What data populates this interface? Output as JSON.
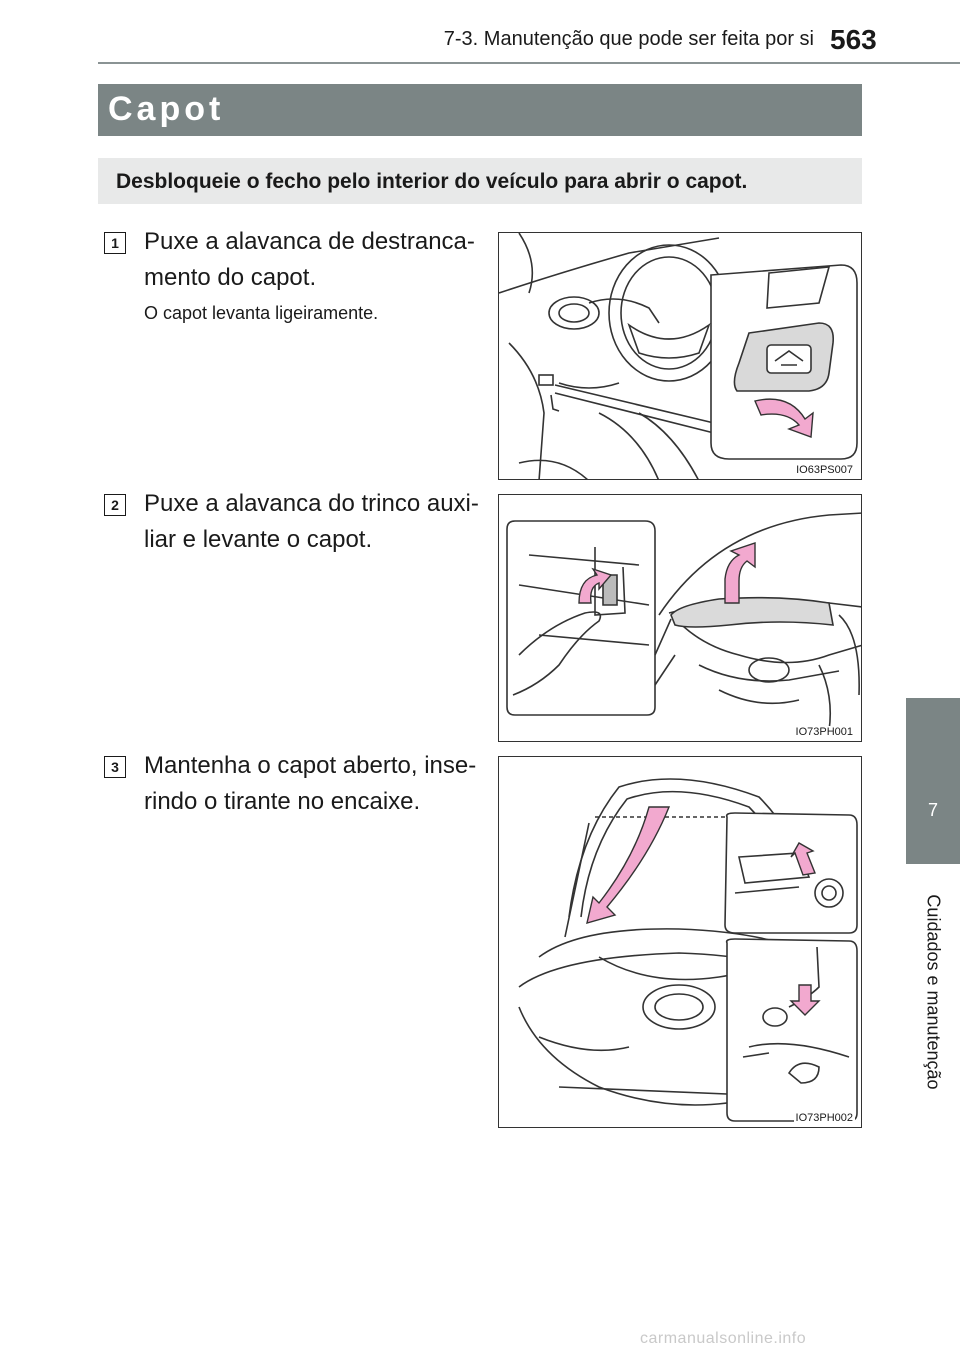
{
  "header": {
    "section": "7-3. Manutenção que pode ser feita por si",
    "page_number": "563"
  },
  "title": "Capot",
  "intro": "Desbloqueie o fecho pelo interior do veículo para abrir o capot.",
  "steps": [
    {
      "number": "1",
      "line1": "Puxe a alavanca de destranca-",
      "line2": "mento do capot.",
      "note": "O capot levanta ligeiramente.",
      "figure_code": "IO63PS007"
    },
    {
      "number": "2",
      "line1": "Puxe a alavanca do trinco auxi-",
      "line2": "liar e levante o capot.",
      "figure_code": "IO73PH001"
    },
    {
      "number": "3",
      "line1": "Mantenha o capot aberto, inse-",
      "line2": "rindo o tirante no encaixe.",
      "figure_code": "IO73PH002"
    }
  ],
  "side_tab": {
    "number": "7",
    "label": "Cuidados e manutenção"
  },
  "watermark": "carmanualsonline.info",
  "colors": {
    "band_gray": "#7b8585",
    "intro_gray": "#e8e9e9",
    "arrow_pink": "#f2a9cf"
  }
}
